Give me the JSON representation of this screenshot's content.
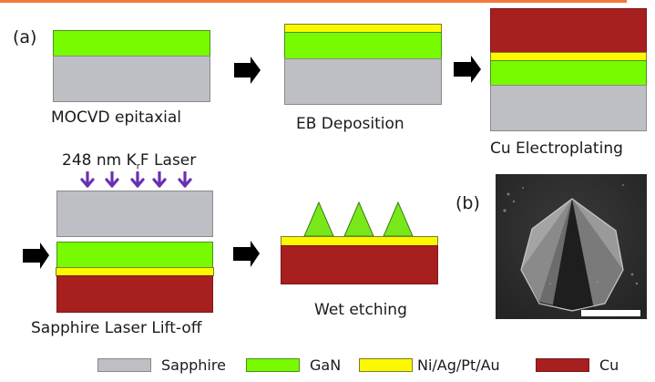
{
  "figure": {
    "panel_a_label": "(a)",
    "panel_b_label": "(b)",
    "steps": [
      {
        "caption": "MOCVD epitaxial",
        "layers_top_to_bottom": [
          "GaN",
          "Sapphire"
        ]
      },
      {
        "caption": "EB Deposition",
        "layers_top_to_bottom": [
          "Ni/Ag/Pt/Au",
          "GaN",
          "Sapphire"
        ]
      },
      {
        "caption": "Cu Electroplating",
        "layers_top_to_bottom": [
          "Cu",
          "Ni/Ag/Pt/Au",
          "GaN",
          "Sapphire"
        ]
      },
      {
        "caption": "Sapphire Laser Lift-off",
        "laser_label_main": "248 nm K",
        "laser_label_sub": "r",
        "laser_label_end": "F Laser",
        "laser_arrow_count": 5,
        "layers_top_to_bottom": [
          "Sapphire (lifted)",
          "GaN",
          "Ni/Ag/Pt/Au",
          "Cu"
        ]
      },
      {
        "caption": "Wet etching",
        "pyramid_count": 3,
        "layers_top_to_bottom": [
          "GaN pyramids",
          "Ni/Ag/Pt/Au",
          "Cu"
        ]
      }
    ],
    "sem_image": "SEM micrograph of GaN pyramid with scale bar"
  },
  "legend": [
    {
      "label": "Sapphire",
      "color": "#bdbfc4"
    },
    {
      "label": "GaN",
      "color": "#78fb00"
    },
    {
      "label": "Ni/Ag/Pt/Au",
      "color": "#fbf900"
    },
    {
      "label": "Cu",
      "color": "#a71f1f"
    }
  ],
  "colors": {
    "accent_bar": "#f47a3c",
    "arrow": "#000000",
    "laser_arrow": "#6a2fb4"
  }
}
